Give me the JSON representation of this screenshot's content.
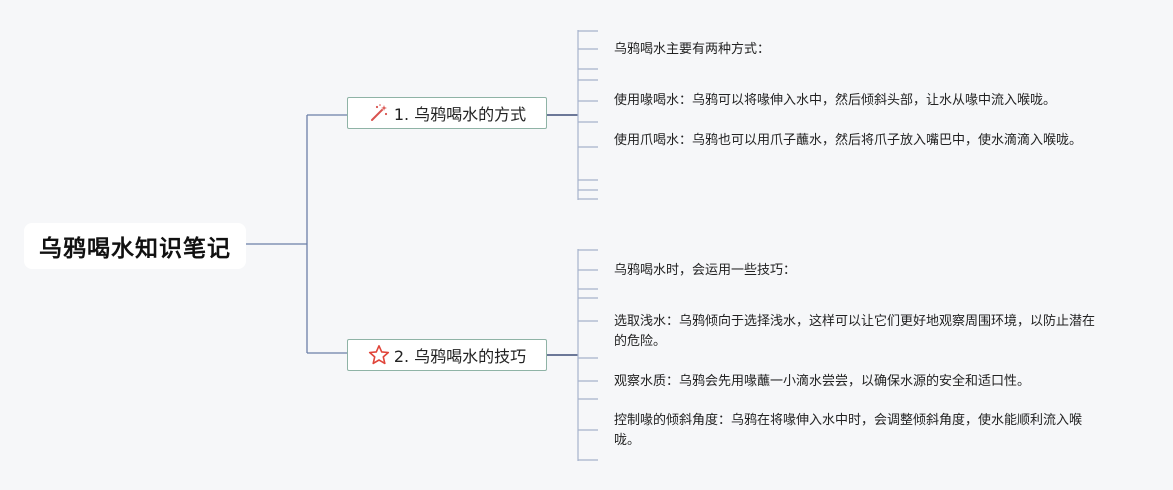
{
  "root": {
    "title": "乌鸦喝水知识笔记"
  },
  "branches": [
    {
      "label": "1. 乌鸦喝水的方式",
      "icon": "magic-wand-icon",
      "items": [
        "乌鸦喝水主要有两种方式：",
        "使用喙喝水：乌鸦可以将喙伸入水中，然后倾斜头部，让水从喙中流入喉咙。",
        "使用爪喝水：乌鸦也可以用爪子蘸水，然后将爪子放入嘴巴中，使水滴滴入喉咙。"
      ]
    },
    {
      "label": "2. 乌鸦喝水的技巧",
      "icon": "star-icon",
      "items": [
        "乌鸦喝水时，会运用一些技巧：",
        "选取浅水：乌鸦倾向于选择浅水，这样可以让它们更好地观察周围环境，以防止潜在的危险。",
        "观察水质：乌鸦会先用喙蘸一小滴水尝尝，以确保水源的安全和适口性。",
        "控制喙的倾斜角度：乌鸦在将喙伸入水中时，会调整倾斜角度，使水能顺利流入喉咙。"
      ]
    }
  ],
  "colors": {
    "connector": "#6b7fa8",
    "leaf_tick": "#a7b3cc",
    "branch_border": "#8fb3a6",
    "wand_icon": "#d9534f",
    "star_icon": "#e0453a"
  }
}
